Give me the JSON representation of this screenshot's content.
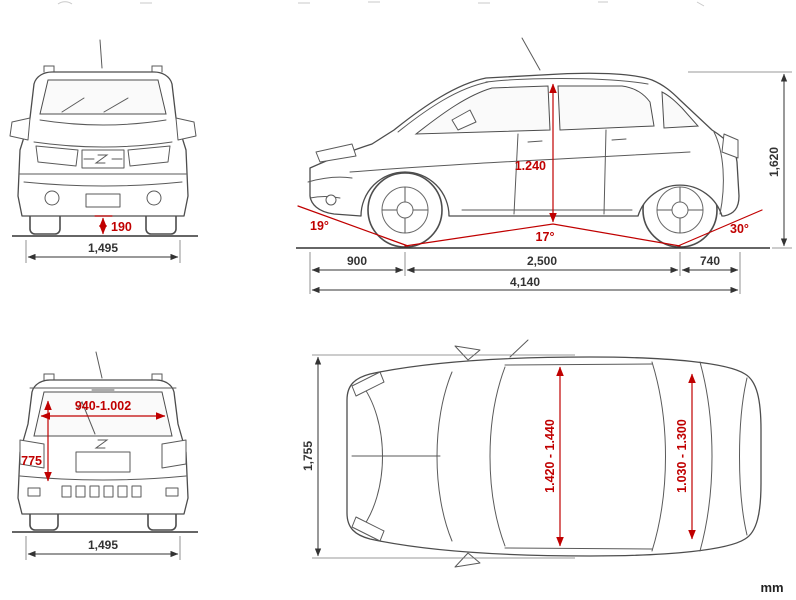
{
  "unit": "mm",
  "colors": {
    "dimension_red": "#c00000",
    "dimension_dark": "#333333",
    "car_line": "#4d4d4d"
  },
  "front_view": {
    "ground_clearance": "190",
    "track_width": "1,495"
  },
  "side_view": {
    "approach_angle": "19°",
    "ramp_angle": "17°",
    "departure_angle": "30°",
    "cabin_height": "1.240",
    "overall_height": "1,620",
    "front_overhang": "900",
    "wheelbase": "2,500",
    "rear_overhang": "740",
    "overall_length": "4,140"
  },
  "rear_view": {
    "upper_body_width": "940-1.002",
    "opening_height": "775",
    "track_width": "1,495"
  },
  "top_view": {
    "overall_width": "1,755",
    "cabin_length_range": "1.420 - 1.440",
    "cargo_length_range": "1.030 - 1.300"
  }
}
